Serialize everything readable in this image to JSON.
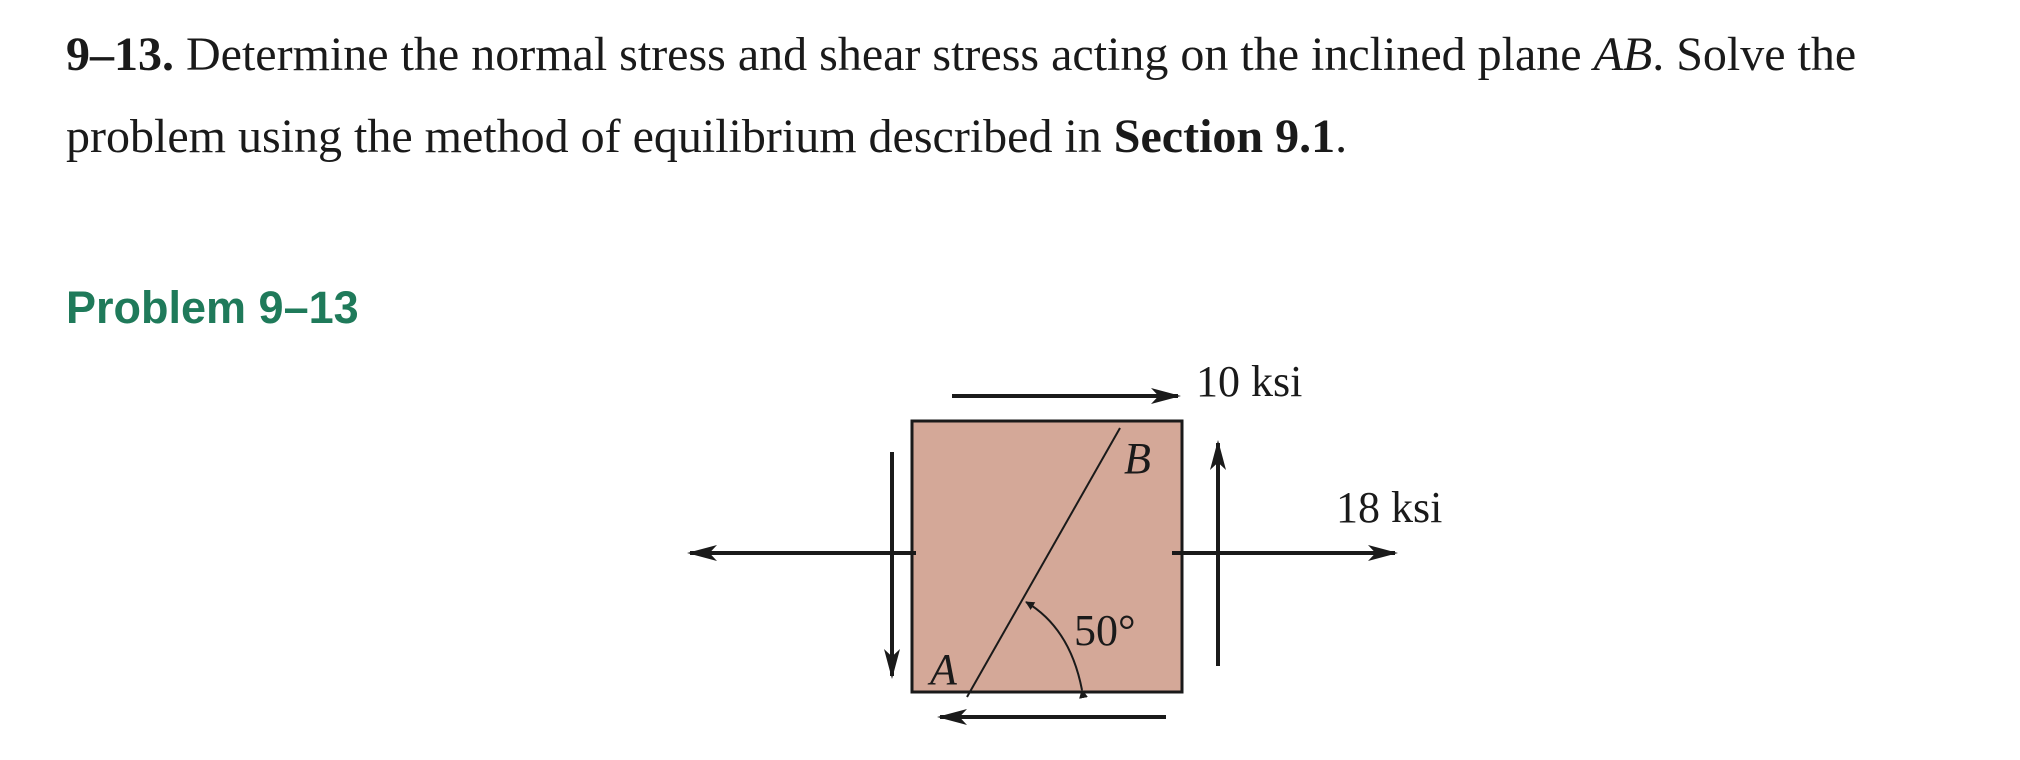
{
  "problem": {
    "number": "9–13.",
    "text_part1": " Determine the normal stress and shear stress acting on the inclined plane ",
    "plane_label": "AB",
    "text_part2": ". Solve the problem using the method of equilibrium described in ",
    "section_ref": "Section 9.1",
    "text_end": "."
  },
  "heading": "Problem 9–13",
  "figure": {
    "shear_label": "10 ksi",
    "normal_label": "18 ksi",
    "angle_label": "50°",
    "point_a": "A",
    "point_b": "B",
    "colors": {
      "element_fill": "#d4a898",
      "stroke": "#1a1a1a",
      "heading": "#1f7a5a"
    }
  }
}
